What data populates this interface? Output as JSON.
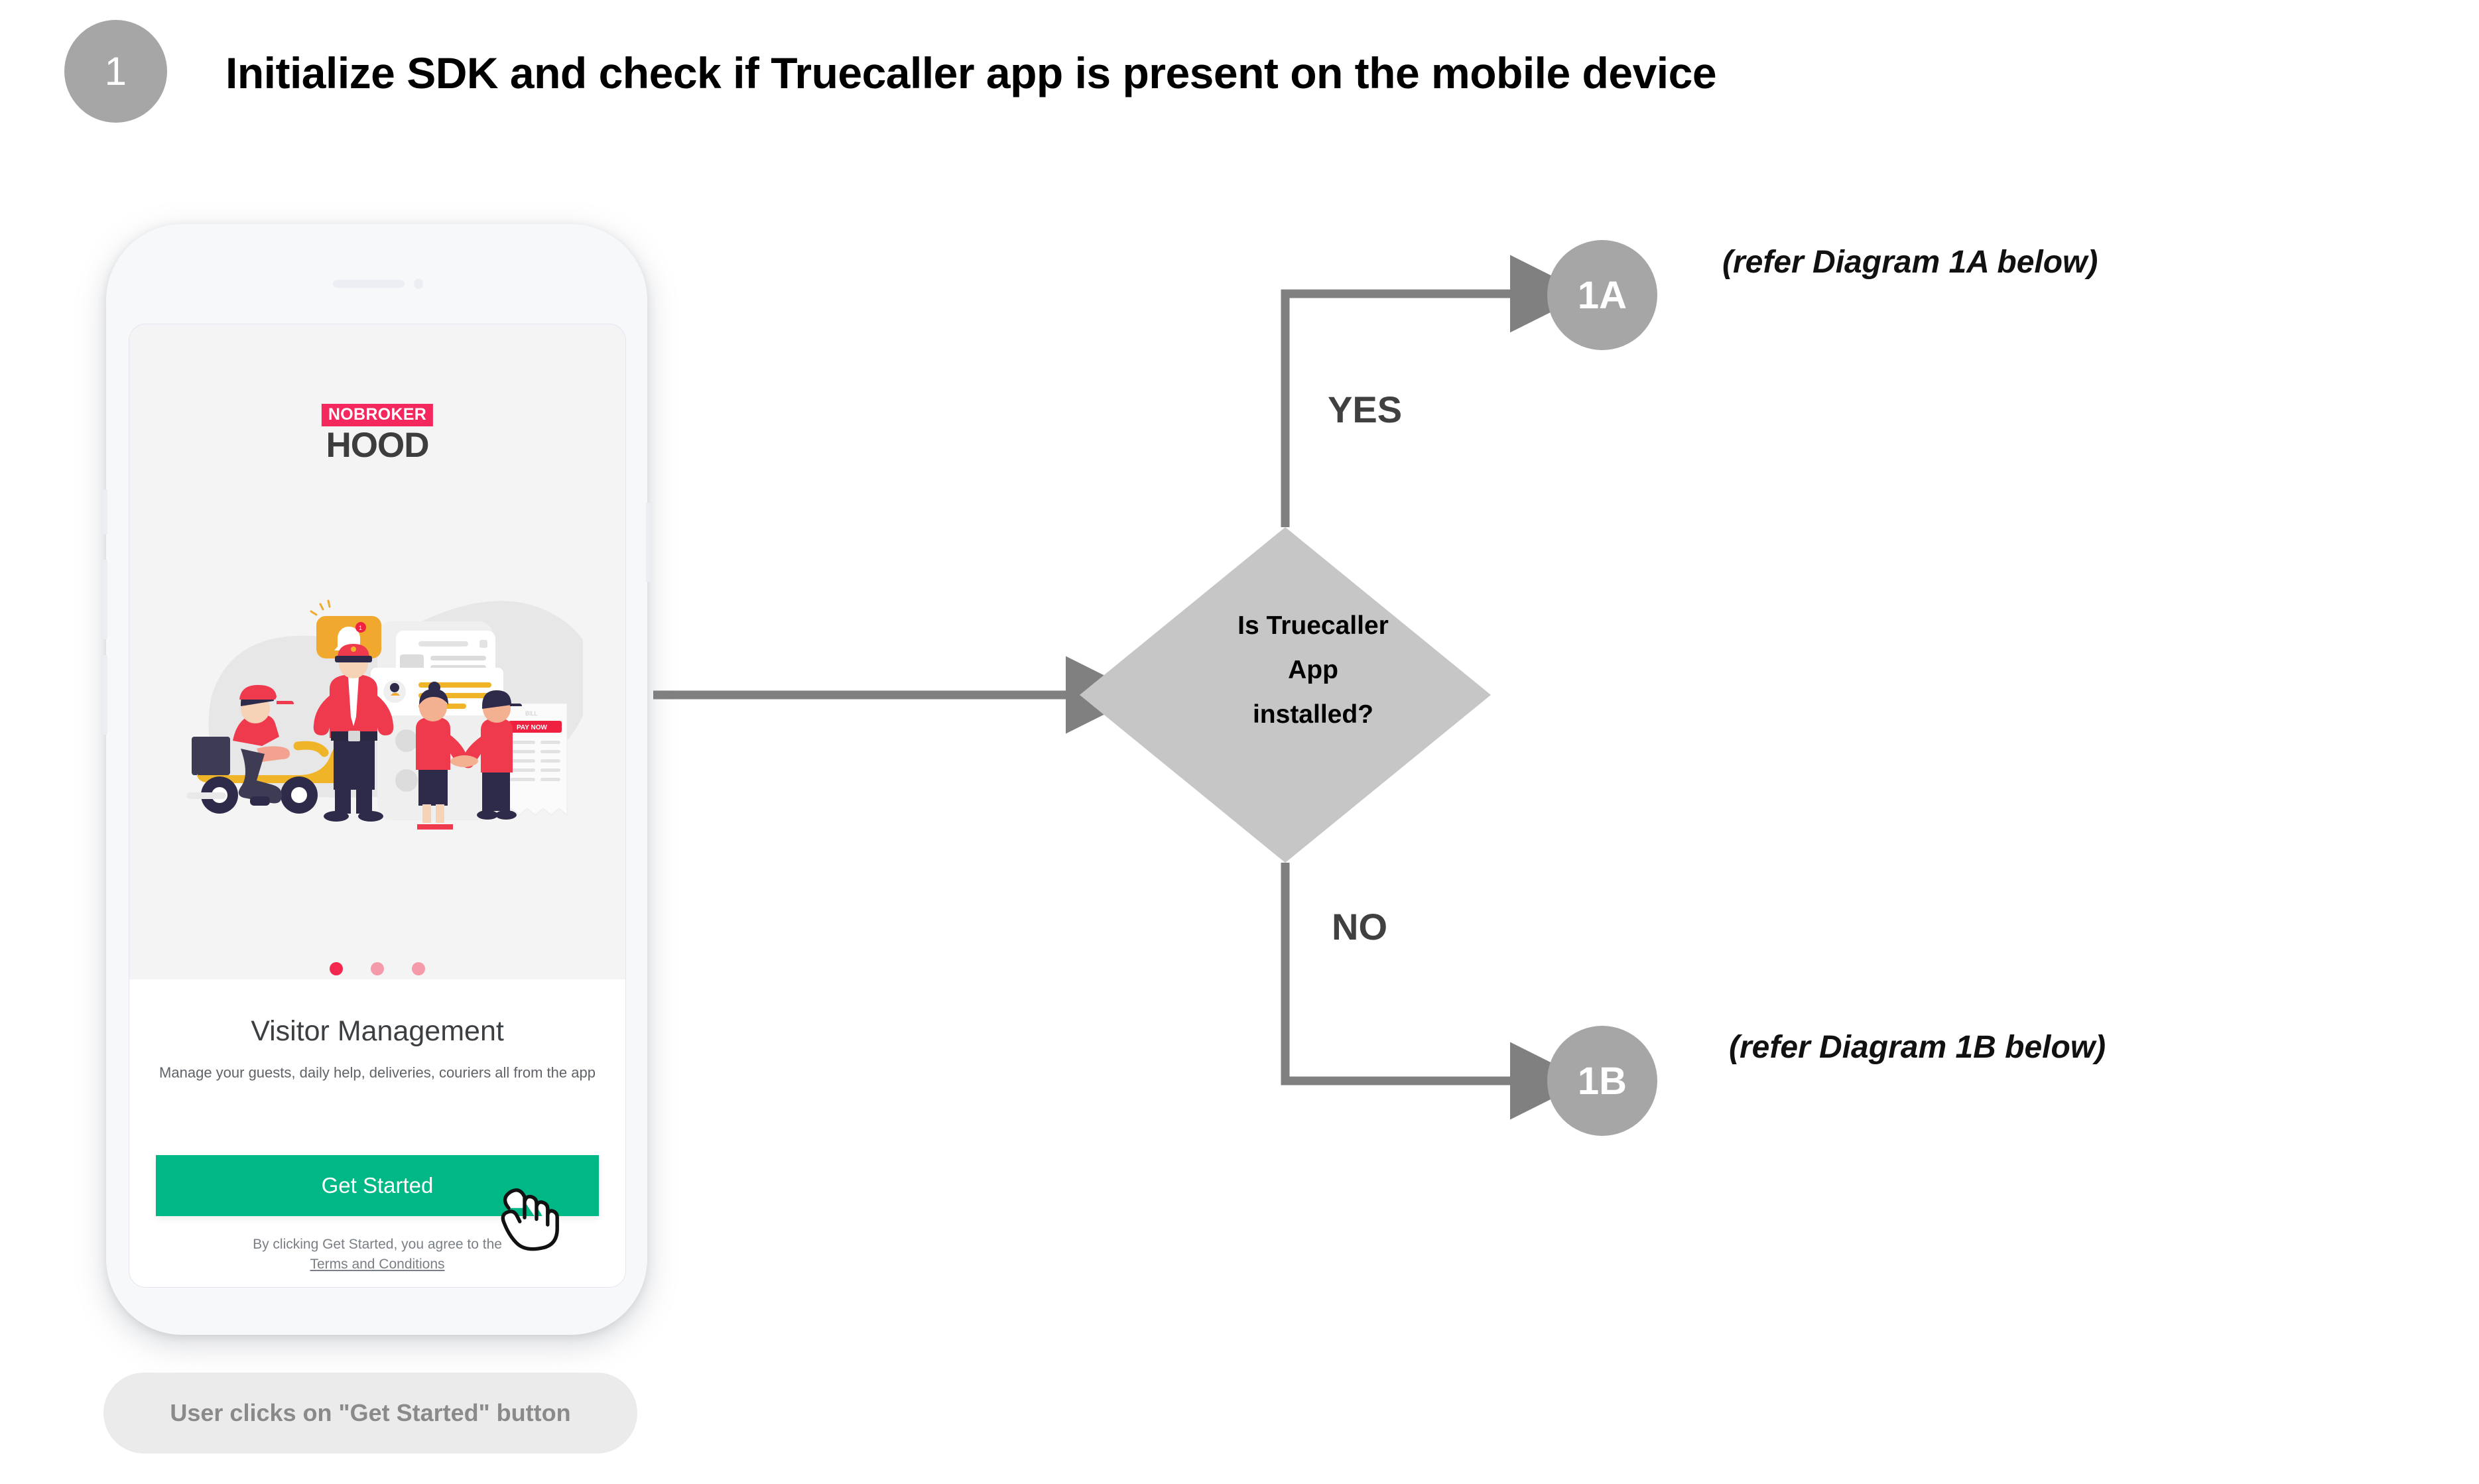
{
  "header": {
    "step_number": "1",
    "title": "Initialize SDK and check if Truecaller app is present on the mobile device"
  },
  "phone": {
    "brand": {
      "top_text": "NOBROKER",
      "bottom_text": "HOOD",
      "top_bg_color": "#f4285c",
      "bottom_text_color": "#3d3d3d"
    },
    "carousel": {
      "dot_count": 3,
      "active_index": 0,
      "active_color": "#f4284f",
      "idle_color": "#f59aa9"
    },
    "sheet": {
      "title": "Visitor Management",
      "subtitle": "Manage your guests, daily help, deliveries, couriers all from the app",
      "cta_label": "Get Started",
      "cta_color": "#00b786",
      "legal_line1": "By clicking Get Started, you agree to the",
      "legal_link": "Terms and Conditions"
    }
  },
  "caption": {
    "text": "User clicks on \"Get Started\" button"
  },
  "flow": {
    "decision": {
      "line1": "Is Truecaller",
      "line2": "App",
      "line3": "installed?",
      "fill_color": "#c6c6c6"
    },
    "branch_yes_label": "YES",
    "branch_no_label": "NO",
    "connector_color": "#808080",
    "nodes": [
      {
        "id": "1A",
        "label": "1A",
        "ref_text": "(refer Diagram 1A below)"
      },
      {
        "id": "1B",
        "label": "1B",
        "ref_text": "(refer Diagram 1B below)"
      }
    ],
    "node_color": "#a6a6a6"
  }
}
